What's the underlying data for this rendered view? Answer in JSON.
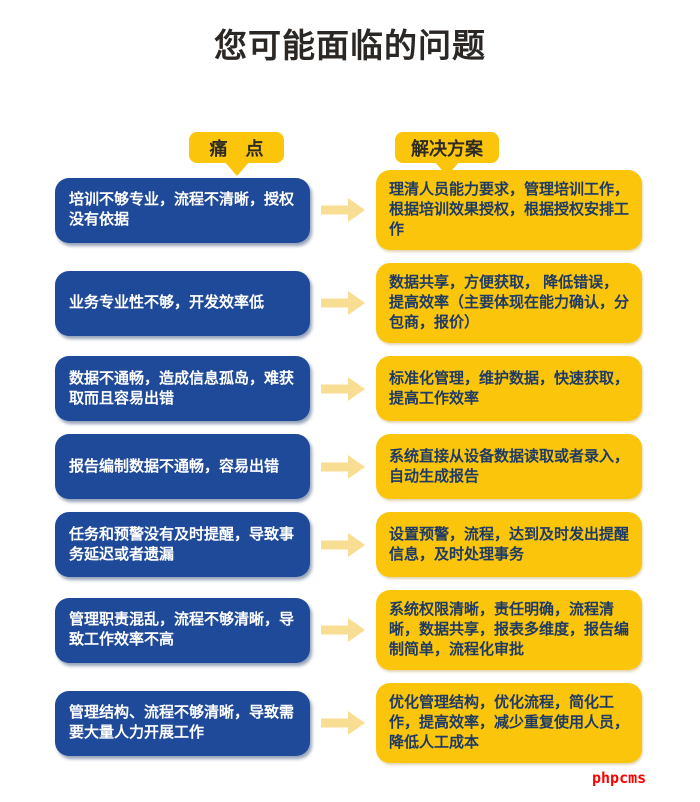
{
  "page": {
    "title": "您可能面临的问题",
    "watermark": "phpcms"
  },
  "headers": {
    "pain": "痛　点",
    "solution": "解决方案"
  },
  "rows": [
    {
      "pain": "培训不够专业，流程不清晰，授权没有依据",
      "solution": "理清人员能力要求，管理培训工作，根据培训效果授权，根据授权安排工作"
    },
    {
      "pain": "业务专业性不够，开发效率低",
      "solution": "数据共享，方便获取， 降低错误，提高效率（主要体现在能力确认，分包商，报价）"
    },
    {
      "pain": "数据不通畅，造成信息孤岛，难获取而且容易出错",
      "solution": "标准化管理，维护数据，快速获取，提高工作效率"
    },
    {
      "pain": "报告编制数据不通畅，容易出错",
      "solution": "系统直接从设备数据读取或者录入，自动生成报告"
    },
    {
      "pain": "任务和预警没有及时提醒，导致事务延迟或者遗漏",
      "solution": "设置预警，流程，达到及时发出提醒信息，及时处理事务"
    },
    {
      "pain": "管理职责混乱，流程不够清晰，导致工作效率不高",
      "solution": "系统权限清晰，责任明确，流程清晰，数据共享，报表多维度，报告编制简单，流程化审批"
    },
    {
      "pain": "管理结构、流程不够清晰，导致需要大量人力开展工作",
      "solution": "优化管理结构，优化流程，简化工作，提高效率，减少重复使用人员，降低人工成本"
    }
  ],
  "colors": {
    "pain_box": "#1F4A99",
    "solution_box": "#FAC50A",
    "arrow": "#F8DE92",
    "solution_text": "#1E3A66",
    "title_text": "#2B2724",
    "watermark": "#FF0000"
  }
}
